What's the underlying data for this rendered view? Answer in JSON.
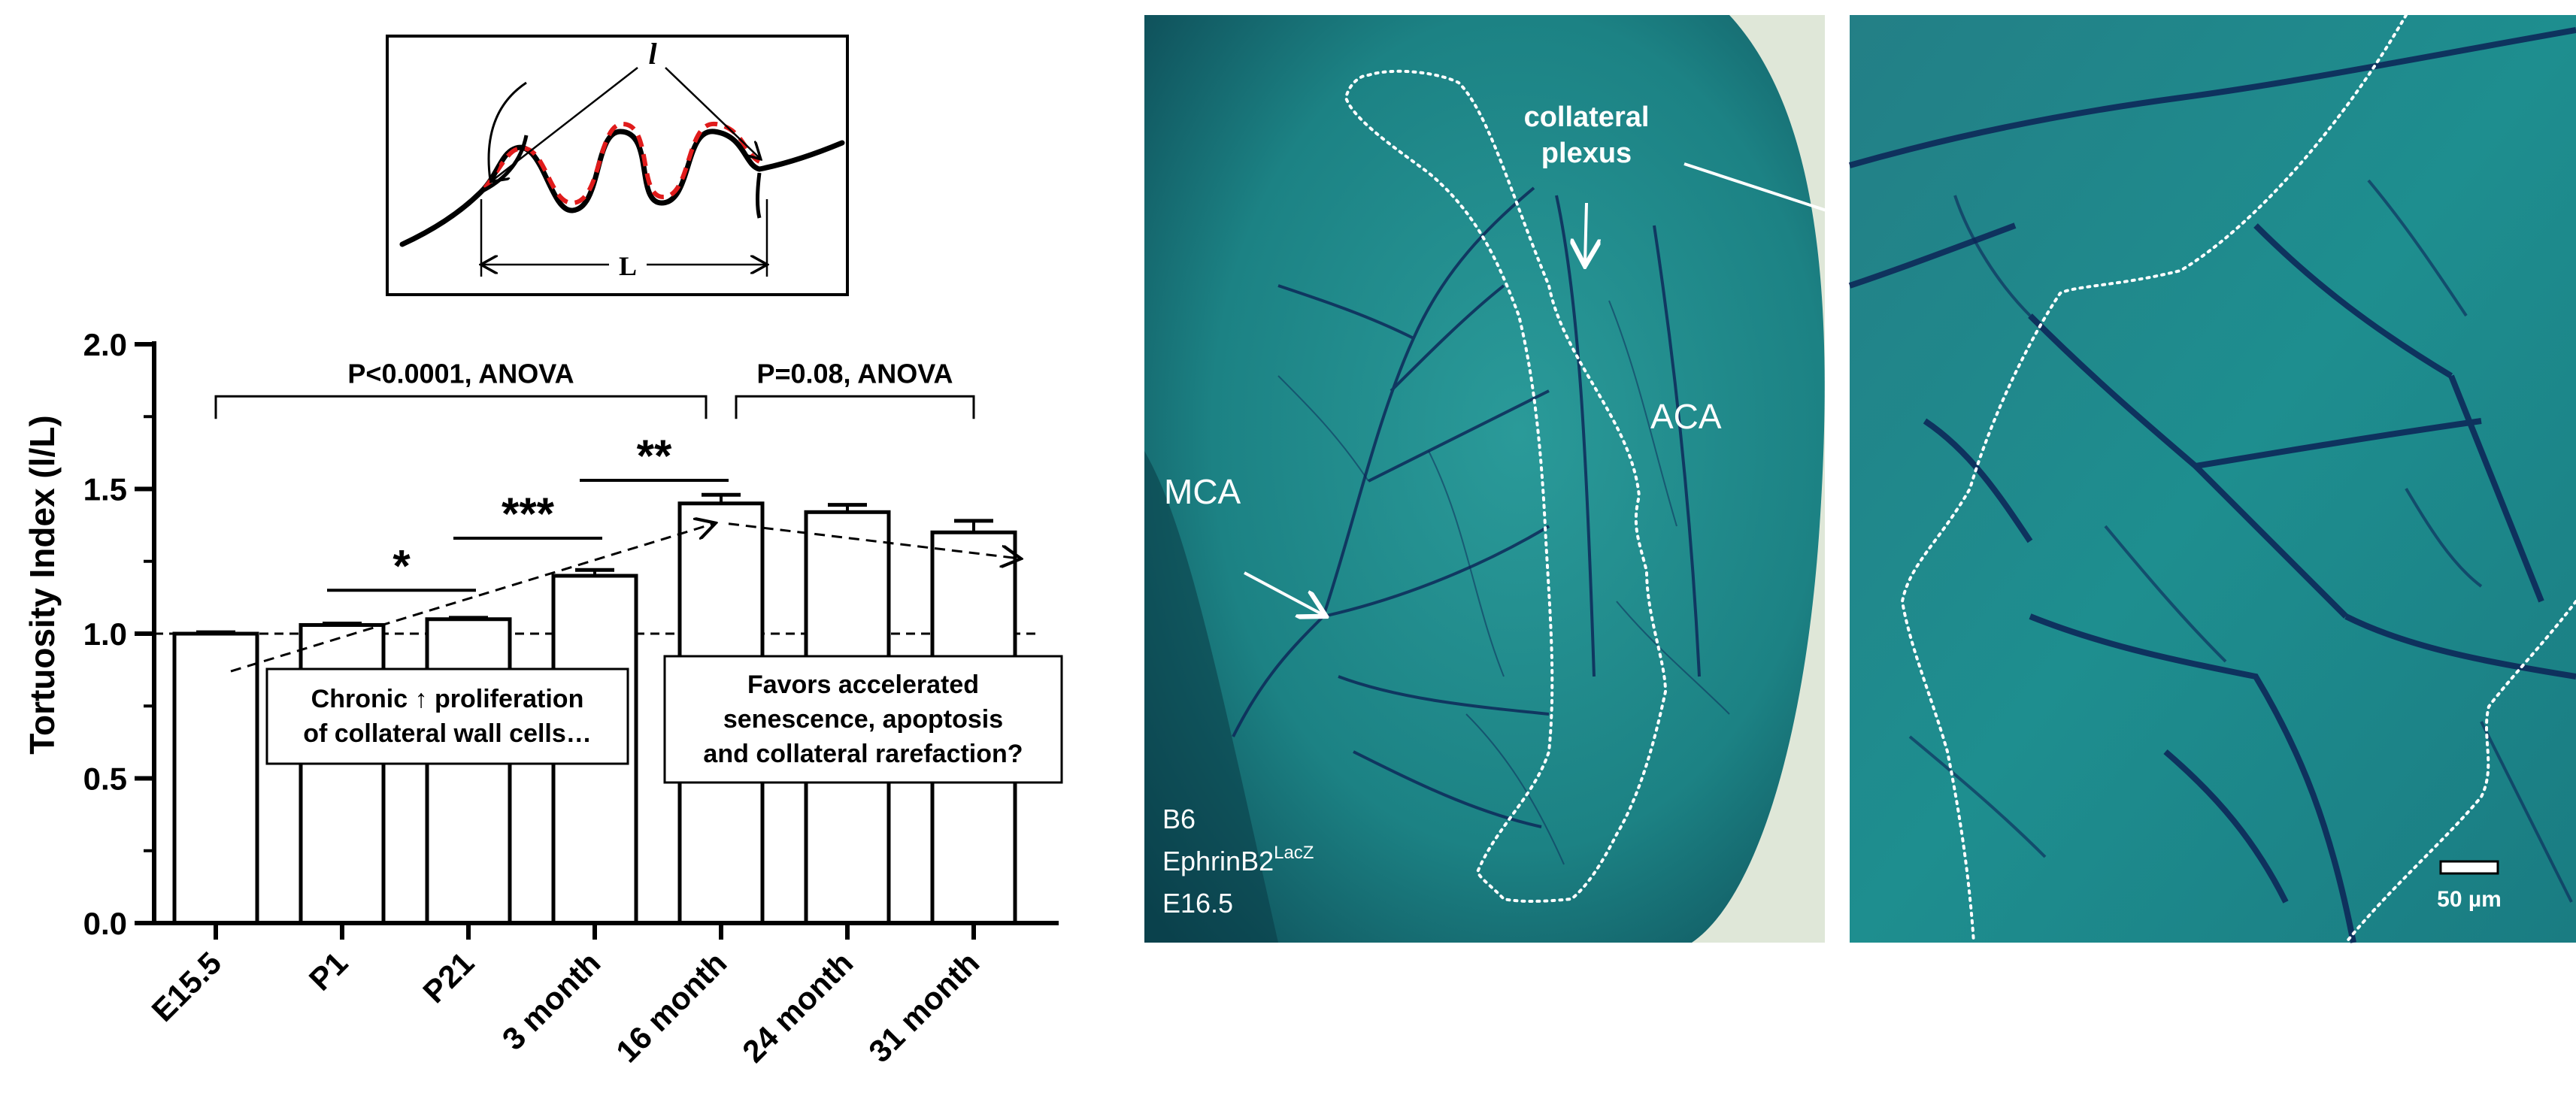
{
  "colors": {
    "tissue": "#1f8a8c",
    "tissue_dark": "#0e4d55",
    "vessel": "#0c2356",
    "dotted": "#ffffff",
    "inset_red": "#e01b1b"
  },
  "schematic": {
    "label_l": "l",
    "label_L": "L"
  },
  "chart_data": {
    "type": "bar",
    "categories": [
      "E15.5",
      "P1",
      "P21",
      "3 month",
      "16 month",
      "24 month",
      "31 month"
    ],
    "values": [
      1.0,
      1.03,
      1.05,
      1.2,
      1.45,
      1.42,
      1.35
    ],
    "errors": [
      0.005,
      0.005,
      0.005,
      0.02,
      0.03,
      0.025,
      0.04
    ],
    "ylabel": "Tortuosity Index (l/L)",
    "ylim": [
      0.0,
      2.0
    ],
    "yticks": [
      "0.0",
      "0.5",
      "1.0",
      "1.5",
      "2.0"
    ],
    "reference_line": 1.0,
    "significance": [
      {
        "from": 1,
        "to": 2,
        "label": "*"
      },
      {
        "from": 2,
        "to": 3,
        "label": "***"
      },
      {
        "from": 3,
        "to": 4,
        "label": "**"
      }
    ],
    "anova": [
      {
        "from": 0,
        "to": 4,
        "label": "P<0.0001,  ANOVA"
      },
      {
        "from": 4,
        "to": 6,
        "label": "P=0.08, ANOVA"
      }
    ],
    "annotations": [
      {
        "line1": "Chronic ↑ proliferation",
        "line2": "of collateral wall cells…"
      },
      {
        "line1": "Favors accelerated",
        "line2": "senescence, apoptosis",
        "line3": "and collateral rarefaction?"
      }
    ]
  },
  "micrograph": {
    "label_collateral": "collateral",
    "label_plexus": "plexus",
    "label_aca": "ACA",
    "label_mca": "MCA",
    "caption_strain": "B6",
    "caption_gene": "EphrinB2",
    "caption_gene_sup": "LacZ",
    "caption_age": "E16.5",
    "scale_bar": "50 µm"
  }
}
